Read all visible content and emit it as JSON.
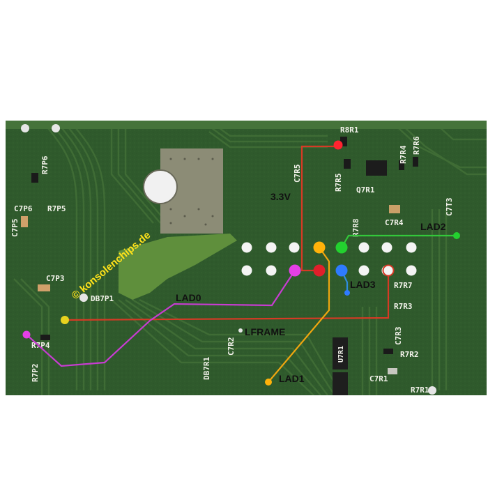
{
  "watermark": "© konsolenchips.de",
  "colors": {
    "board": "#2f5a2c",
    "copper": "#5c8a3c",
    "trace_dark": "#2d5428",
    "pad": "#f4f4f4",
    "wire_red": "#d63a25",
    "wire_green": "#33c83a",
    "wire_magenta": "#c83cd2",
    "wire_orange": "#f0a60f",
    "wire_blue": "#2f8dde",
    "dot_red": "#e01f2b",
    "dot_green": "#23d12f",
    "dot_magenta": "#e43fe6",
    "dot_orange": "#ffb20a",
    "dot_blue": "#2e7bff"
  },
  "signal_labels": {
    "v33": "3.3V",
    "lad0": "LAD0",
    "lad1": "LAD1",
    "lad2": "LAD2",
    "lad3": "LAD3",
    "lframe": "LFRAME"
  },
  "silkscreen": {
    "r8r1": "R8R1",
    "c7r5": "C7R5",
    "r7r5": "R7R5",
    "q7r1": "Q7R1",
    "r7r4": "R7R4",
    "r7r6": "R7R6",
    "r7r8": "R7R8",
    "c7r4": "C7R4",
    "c7t3": "C7T3",
    "r7p6": "R7P6",
    "c7p6": "C7P6",
    "r7p5": "R7P5",
    "c7p5": "C7P5",
    "c7p3": "C7P3",
    "db7p1": "DB7P1",
    "r7p4": "R7P4",
    "r7p2": "R7P2",
    "db7r1": "DB7R1",
    "c7r2": "C7R2",
    "r7r7": "R7R7",
    "r7r3": "R7R3",
    "c7r3": "C7R3",
    "r7r2": "R7R2",
    "c7r1": "C7R1",
    "r7r1": "R7R1",
    "u7r1": "U7R1"
  }
}
